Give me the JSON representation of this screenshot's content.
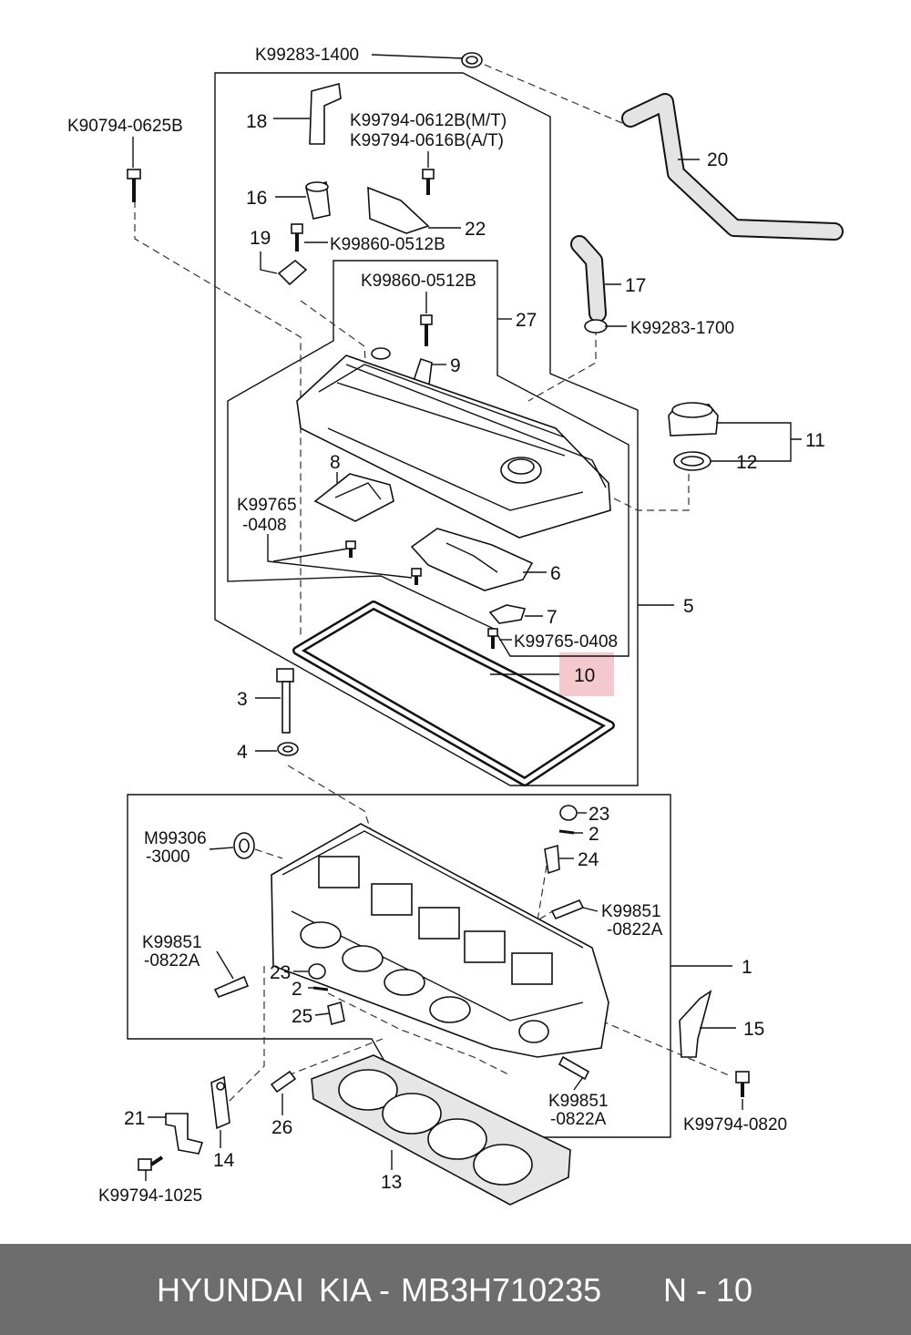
{
  "diagram": {
    "highlight_color": "#f4c9ce",
    "part_codes": {
      "k99283_1400": "K99283-1400",
      "k90794_0625b": "K90794-0625B",
      "k99794_0612b": "K99794-0612B(M/T)",
      "k99794_0616b": "K99794-0616B(A/T)",
      "k99860_0512b_a": "K99860-0512B",
      "k99860_0512b_b": "K99860-0512B",
      "k99283_1700": "K99283-1700",
      "k99765_0408_a1": "K99765",
      "k99765_0408_a2": "-0408",
      "k99765_0408_b": "K99765-0408",
      "m99306_1": "M99306",
      "m99306_2": "-3000",
      "k99851_r1": "K99851",
      "k99851_r2": "-0822A",
      "k99851_l1": "K99851",
      "k99851_l2": "-0822A",
      "k99851_b1": "K99851",
      "k99851_b2": "-0822A",
      "k99794_0820": "K99794-0820",
      "k99794_1025": "K99794-1025"
    },
    "numbers": {
      "n18": "18",
      "n16": "16",
      "n19": "19",
      "n20": "20",
      "n22": "22",
      "n17": "17",
      "n27": "27",
      "n9": "9",
      "n11": "11",
      "n12": "12",
      "n8": "8",
      "n6": "6",
      "n5": "5",
      "n7": "7",
      "n10": "10",
      "n3": "3",
      "n4": "4",
      "n23a": "23",
      "n2a": "2",
      "n24": "24",
      "n1": "1",
      "n23b": "23",
      "n2b": "2",
      "n25": "25",
      "n15": "15",
      "n21": "21",
      "n14": "14",
      "n26": "26",
      "n13": "13"
    }
  },
  "footer": {
    "brand": "HYUNDAI",
    "make": "KIA -",
    "part_number": "MB3H710235",
    "page": "N - 10"
  }
}
